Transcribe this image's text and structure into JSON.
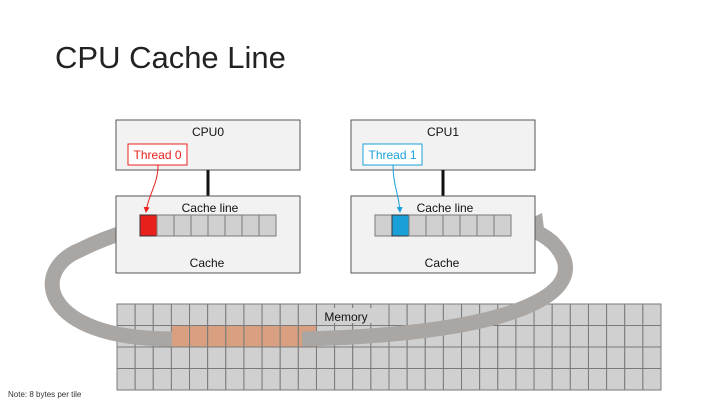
{
  "title": "CPU Cache Line",
  "note": "Note: 8 bytes per tile",
  "cpus": [
    {
      "label": "CPU0",
      "thread": "Thread 0",
      "thread_color": "#e8201c",
      "cache_line_label": "Cache line",
      "cache_label": "Cache",
      "highlight_tile": 0
    },
    {
      "label": "CPU1",
      "thread": "Thread 1",
      "thread_color": "#1aa0d8",
      "cache_line_label": "Cache line",
      "cache_label": "Cache",
      "highlight_tile": 1
    }
  ],
  "cache_line_tiles": 8,
  "memory": {
    "label": "Memory",
    "cols": 30,
    "rows": 4,
    "highlight_row": 1,
    "highlight_start_col": 3,
    "highlight_tile_count": 8
  },
  "colors": {
    "box_fill": "#f2f2f2",
    "box_stroke": "#555555",
    "tile_fill": "#d0d0d0",
    "tile_stroke": "#7a7a7a",
    "memory_highlight": "#d8a080",
    "arrow": "#a9a6a3",
    "connector": "#111111"
  }
}
